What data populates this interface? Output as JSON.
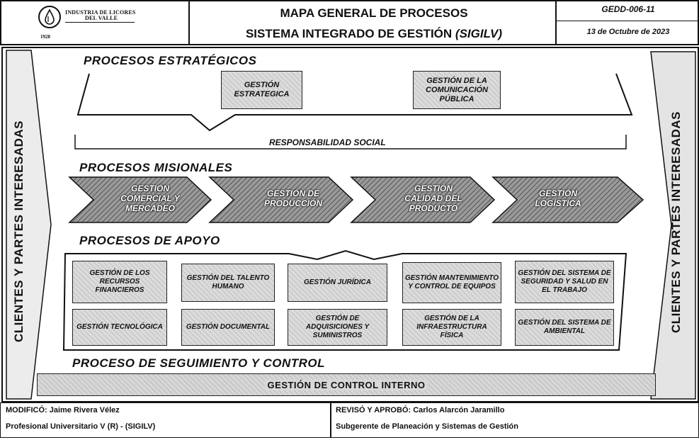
{
  "header": {
    "logo_text_line1": "INDUSTRIA DE LICORES",
    "logo_text_line2": "DEL VALLE",
    "logo_year": "1928",
    "title_line1": "MAPA GENERAL DE PROCESOS",
    "title_line2_prefix": "SISTEMA INTEGRADO DE GESTIÓN ",
    "title_line2_acronym": "(SIGILV)",
    "doc_code": "GEDD-006-11",
    "doc_date": "13 de Octubre de 2023"
  },
  "sides": {
    "left_label": "CLIENTES Y PARTES INTERESADAS",
    "right_label": "CLIENTES Y PARTES INTERESADAS"
  },
  "strategic": {
    "title": "PROCESOS ESTRATÉGICOS",
    "boxes": [
      "GESTIÓN ESTRATEGICA",
      "GESTIÓN DE LA COMUNICACIÓN PÚBLICA"
    ]
  },
  "social": {
    "label": "RESPONSABILIDAD SOCIAL"
  },
  "missional": {
    "title": "PROCESOS MISIONALES",
    "arrows": [
      "GESTIÓN COMERCIAL Y MERCADEO",
      "GESTIÓN DE PRODUCCIÓN",
      "GESTIÓN CALIDAD DEL PRODUCTO",
      "GESTIÓN LOGÍSTICA"
    ]
  },
  "support": {
    "title": "PROCESOS DE APOYO",
    "row1": [
      "GESTIÓN DE LOS RECURSOS FINANCIEROS",
      "GESTIÓN DEL TALENTO HUMANO",
      "GESTIÓN JURÍDICA",
      "GESTIÓN MANTENIMIENTO Y CONTROL DE EQUIPOS",
      "GESTIÓN DEL SISTEMA DE SEGURIDAD Y SALUD EN EL TRABAJO"
    ],
    "row2": [
      "GESTIÓN TECNOLÓGICA",
      "GESTIÓN DOCUMENTAL",
      "GESTIÓN DE ADQUISICIONES Y SUMINISTROS",
      "GESTIÓN DE LA INFRAESTRUCTURA FÍSICA",
      "GESTIÓN DEL SISTEMA DE AMBIENTAL"
    ]
  },
  "control": {
    "title": "PROCESO DE SEGUIMIENTO Y CONTROL",
    "bar_label": "GESTIÓN DE CONTROL INTERNO"
  },
  "footer": {
    "modified_label": "MODIFICÓ: Jaime Rivera Vélez",
    "modified_role": "Profesional Universitario V (R) - (SIGILV)",
    "approved_label": "REVISÓ Y APROBÓ: Carlos Alarcón Jaramillo",
    "approved_role": "Subgerente de Planeación y Sistemas de Gestión"
  }
}
